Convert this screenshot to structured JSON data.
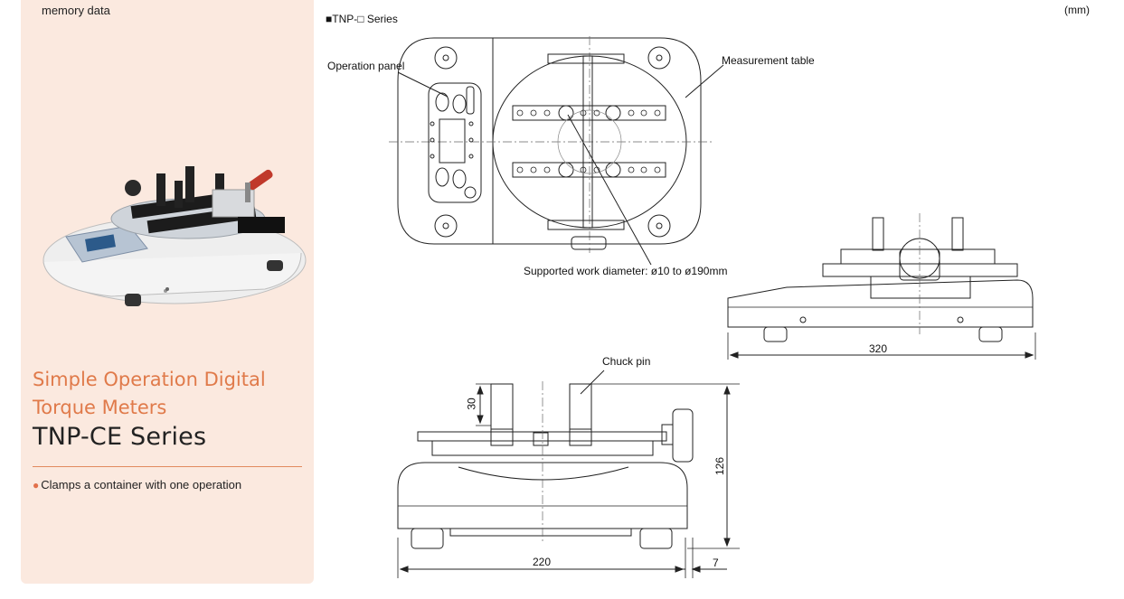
{
  "sidebar": {
    "memory_text": "memory data",
    "subtitle_line1": "Simple Operation Digital",
    "subtitle_line2": "Torque Meters",
    "series_name": "TNP-CE Series",
    "feature_text": "Clamps a container with one operation",
    "accent_color": "#e07a4a",
    "background_color": "#fbe9df"
  },
  "drawing": {
    "series_label": "■TNP-□ Series",
    "unit": "(mm)",
    "callouts": {
      "operation_panel": "Operation panel",
      "measurement_table": "Measurement table",
      "supported_work": "Supported work diameter: ø10 to ø190mm",
      "chuck_pin": "Chuck pin"
    },
    "dimensions": {
      "width_side": "320",
      "width_front": "220",
      "height": "126",
      "pin_height": "30",
      "knob_offset": "7"
    }
  }
}
